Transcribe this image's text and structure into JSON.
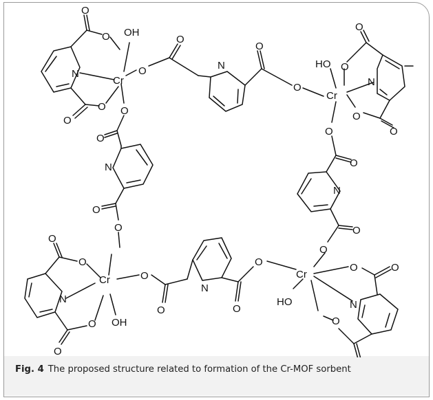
{
  "figure": {
    "label": "Fig. 4",
    "caption": "The proposed structure related to formation of the Cr-MOF sorbent"
  },
  "atoms": {
    "cr": "Cr",
    "n": "N",
    "o": "O",
    "oh": "OH",
    "ho": "HO"
  },
  "colors": {
    "ink": "#111111",
    "frame": "#9a9a9a",
    "caption_band": "#f2f2f2"
  }
}
